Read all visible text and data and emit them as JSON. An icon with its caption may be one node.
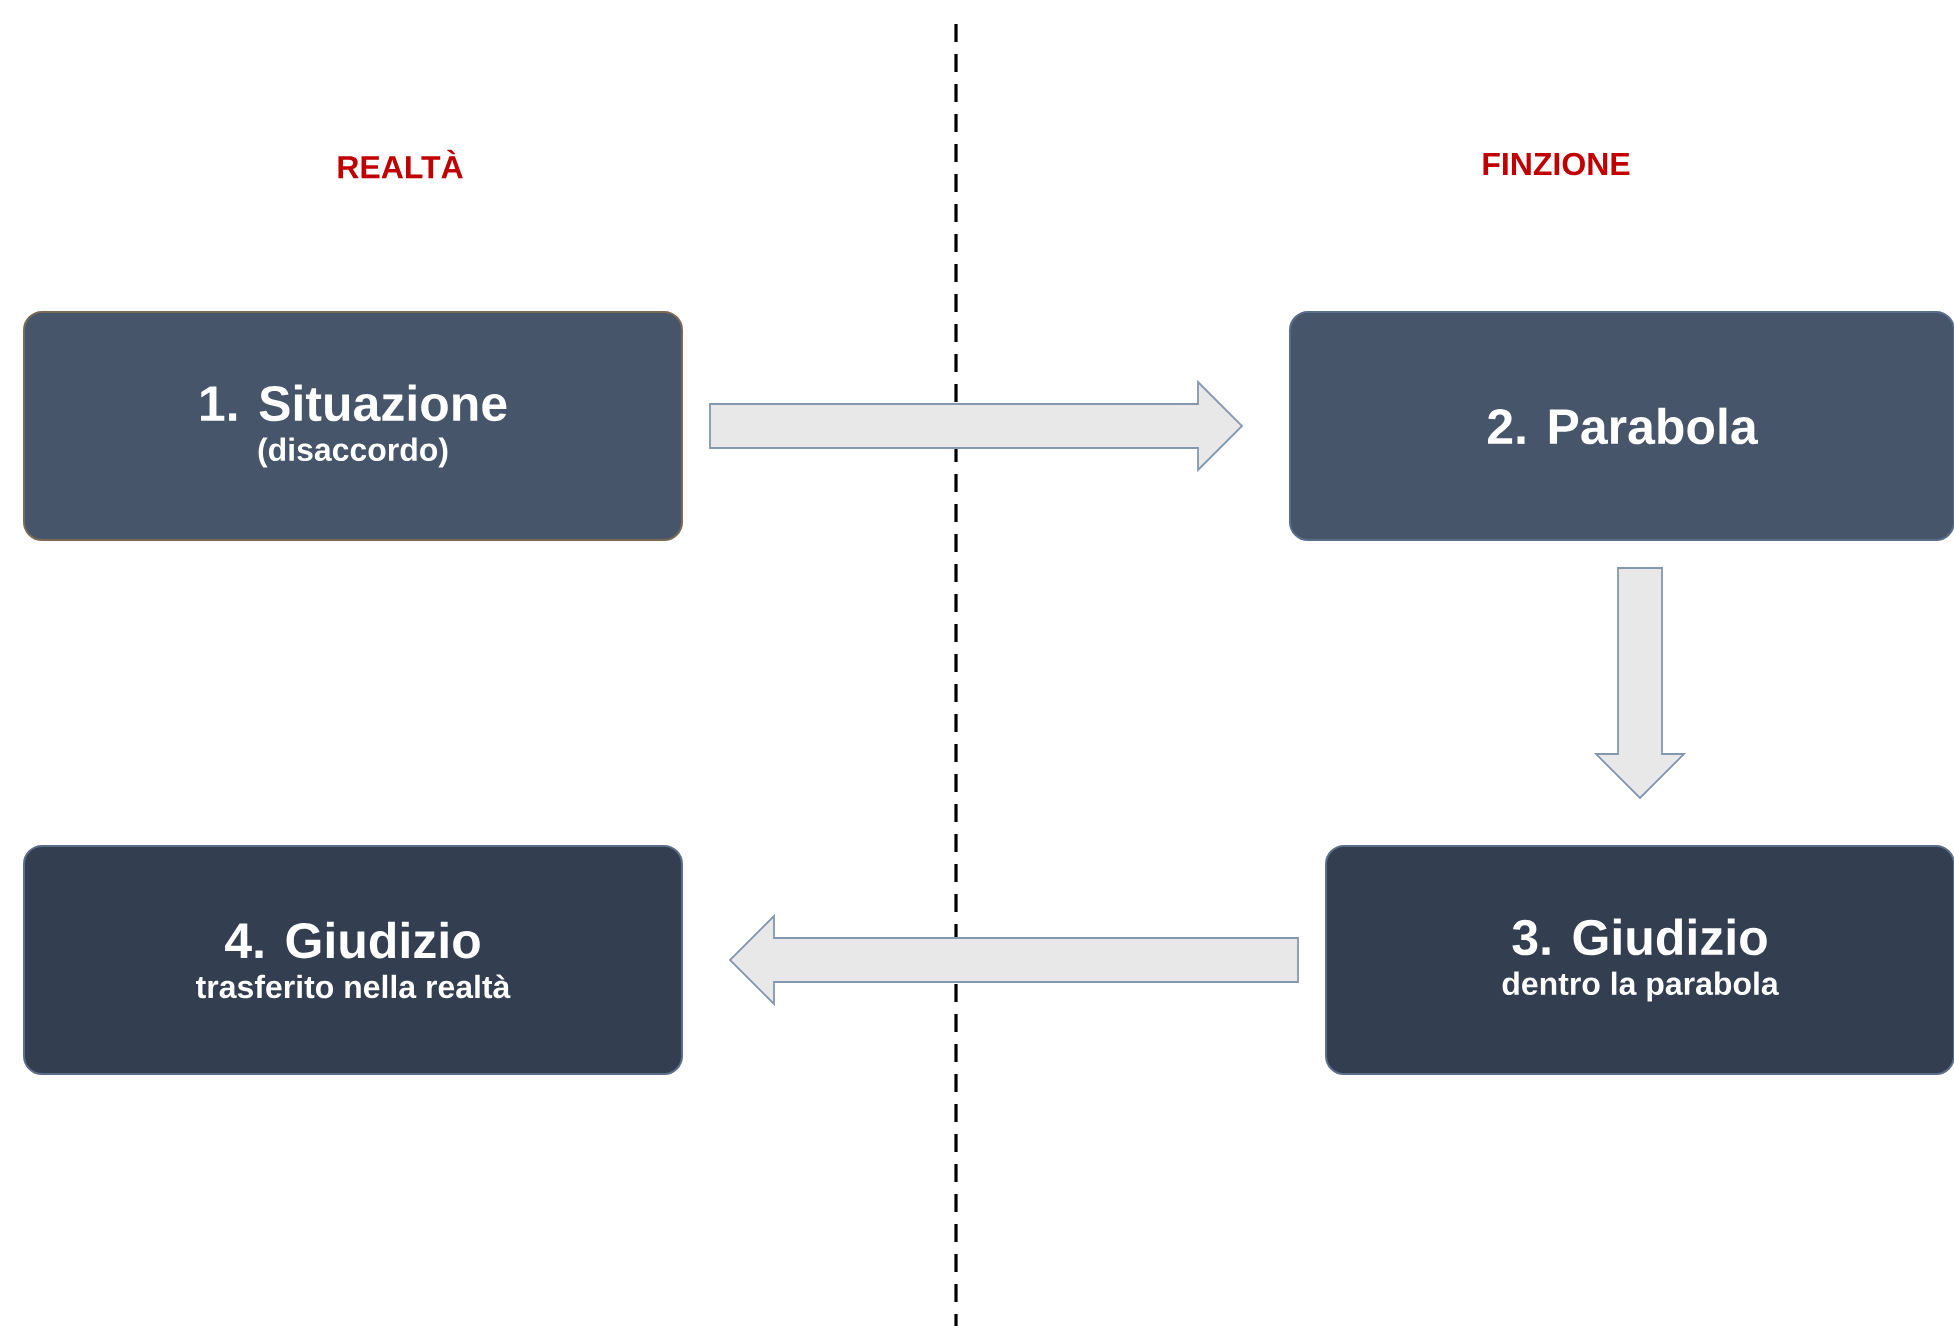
{
  "diagram": {
    "nodes": [
      {
        "text": [
          "1. Situazione",
          "(disaccordo)"
        ]
      },
      {
        "text": [
          "2. Parabola"
        ]
      },
      {
        "text": [
          "3. Giudizio",
          "dentro la parabola"
        ]
      },
      {
        "text": [
          "4. Giudizio",
          "trasferito nella realtà"
        ]
      }
    ],
    "edges": [
      {
        "from": 0,
        "to": 1,
        "arrow": "to"
      },
      {
        "from": 1,
        "to": 2,
        "arrow": "to"
      },
      {
        "from": 2,
        "to": 3,
        "arrow": "to"
      }
    ],
    "labels": [
      "REALTÀ",
      "FINZIONE"
    ]
  }
}
